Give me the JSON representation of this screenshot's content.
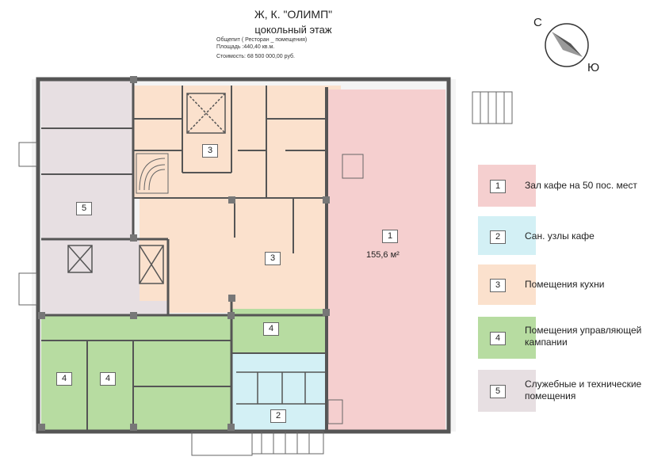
{
  "header": {
    "title": "Ж, К.  \"ОЛИМП\"",
    "subtitle": "цокольный этаж",
    "info_line1": "Общепит ( Ресторан _ помещения)",
    "info_line2": "Площадь :440,40 кв.м.",
    "info_line3": "Стоимость: 68 500 000,00 руб."
  },
  "compass": {
    "north": "С",
    "south": "Ю"
  },
  "colors": {
    "zone1": "#f5cfcf",
    "zone2": "#d3f0f5",
    "zone3": "#fbe1cd",
    "zone4": "#b7dca1",
    "zone5": "#e7dfe2",
    "wall": "#555555"
  },
  "rooms": {
    "r1": "1",
    "r1_area": "155,6 м²",
    "r2": "2",
    "r3a": "3",
    "r3b": "3",
    "r4a": "4",
    "r4b": "4",
    "r4c": "4",
    "r5": "5"
  },
  "legend": [
    {
      "num": "1",
      "text": "Зал кафе на 50 пос. мест"
    },
    {
      "num": "2",
      "text": "Сан. узлы кафе"
    },
    {
      "num": "3",
      "text": "Помещения кухни"
    },
    {
      "num": "4",
      "text": "Помещения управляющей кампании"
    },
    {
      "num": "5",
      "text": "Служебные и технические помещения"
    }
  ]
}
